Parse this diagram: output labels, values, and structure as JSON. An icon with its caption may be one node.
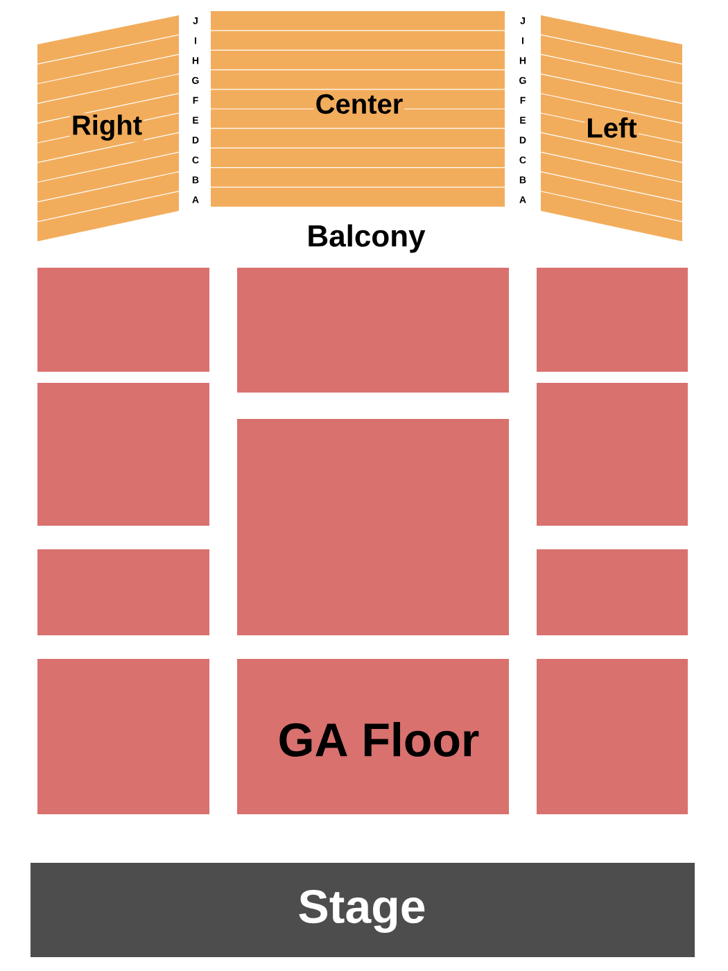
{
  "diagram": {
    "nodes": [
      {
        "text": [
          "Right"
        ]
      },
      {
        "text": [
          "Center"
        ]
      },
      {
        "text": [
          "Left"
        ]
      },
      {
        "text": [],
        "shape": "box"
      },
      {
        "text": [],
        "shape": "box"
      },
      {
        "text": [],
        "shape": "box"
      },
      {
        "text": [],
        "shape": "box"
      },
      {
        "text": [],
        "shape": "box"
      },
      {
        "text": [],
        "shape": "box"
      },
      {
        "text": [],
        "shape": "box"
      },
      {
        "text": [],
        "shape": "box"
      },
      {
        "text": [],
        "shape": "box"
      },
      {
        "text": [
          "GA Floor"
        ]
      },
      {
        "text": [],
        "shape": "box"
      },
      {
        "text": [
          "Stage"
        ]
      }
    ],
    "labels": [
      "J",
      "J",
      "I",
      "I",
      "H",
      "H",
      "G",
      "G",
      "F",
      "F",
      "E",
      "E",
      "D",
      "D",
      "C",
      "C",
      "B",
      "B",
      "A",
      "A",
      "Balcony"
    ]
  }
}
